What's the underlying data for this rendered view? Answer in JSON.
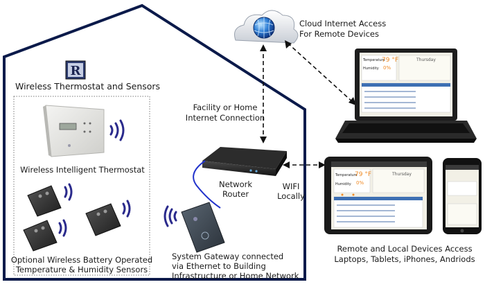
{
  "labels": {
    "cloud_line1": "Cloud Internet Access",
    "cloud_line2": "For Remote Devices",
    "section_title": "Wireless Thermostat and Sensors",
    "facility_line1": "Facility or Home",
    "facility_line2": "Internet Connection",
    "router_line1": "Network",
    "router_line2": "Router",
    "wifi_line1": "WIFI",
    "wifi_line2": "Locally",
    "thermostat": "Wireless Intelligent Thermostat",
    "sensors_line1": "Optional Wireless Battery Operated",
    "sensors_line2": "Temperature & Humidity Sensors",
    "gateway_line1": "System Gateway connected",
    "gateway_line2": "via Ethernet to Building",
    "gateway_line3": "Infrastructure or Home Network",
    "remote_line1": "Remote and Local Devices Access",
    "remote_line2": "Laptops, Tablets, iPhones, Andriods"
  },
  "screen": {
    "temperature_label": "Temperature",
    "humidity_label": "Humidity",
    "temperature_value": "79 °F",
    "humidity_value": "0%",
    "day": "Thursday"
  },
  "colors": {
    "house_outline": "#0b1a4a",
    "signal_waves": "#2a2a8c",
    "ethernet_cable": "#2233cc",
    "accent_temp": "#f08a24"
  }
}
